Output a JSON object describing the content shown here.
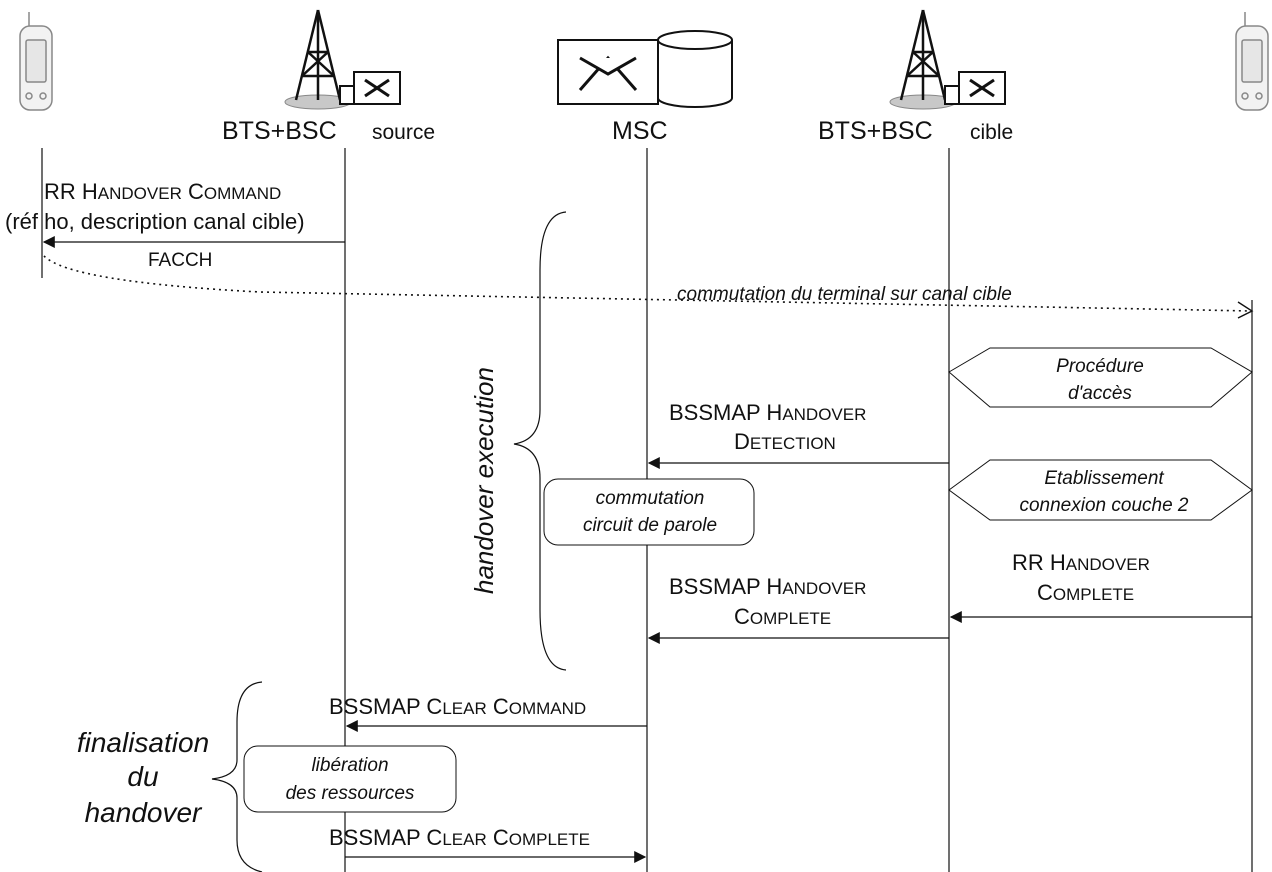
{
  "entities": {
    "bts_source": {
      "label": "BTS+BSC",
      "qualifier": "source"
    },
    "msc": {
      "label": "MSC"
    },
    "bts_target": {
      "label": "BTS+BSC",
      "qualifier": "cible"
    }
  },
  "messages": {
    "rr_ho_cmd": {
      "p1": "RR H",
      "p2": "ANDOVER",
      "p3": " C",
      "p4": "OMMAND",
      "line2": "(réf ho, description canal cible)",
      "channel": "FACCH"
    },
    "switch_terminal": "commutation du terminal sur canal cible",
    "access_proc": {
      "line1": "Procédure",
      "line2": "d'accès"
    },
    "bssmap_ho_detect": {
      "p1": "BSSMAP  H",
      "p2": "ANDOVER",
      "p3": "D",
      "p4": "ETECTION"
    },
    "link_setup": {
      "line1": "Etablissement",
      "line2": "connexion couche 2"
    },
    "speech_switch": {
      "line1": "commutation",
      "line2": "circuit de parole"
    },
    "rr_ho_complete": {
      "p1": "RR H",
      "p2": "ANDOVER",
      "p3": "C",
      "p4": "OMPLETE"
    },
    "bssmap_ho_complete": {
      "p1": "BSSMAP  H",
      "p2": "ANDOVER",
      "p3": "C",
      "p4": "OMPLETE"
    },
    "clear_cmd": {
      "p1": "BSSMAP C",
      "p2": "LEAR",
      "p3": " C",
      "p4": "OMMAND"
    },
    "release": {
      "line1": "libération",
      "line2": "des ressources"
    },
    "clear_complete": {
      "p1": "BSSMAP C",
      "p2": "LEAR",
      "p3": " C",
      "p4": "OMPLETE"
    }
  },
  "phases": {
    "execution": "handover execution",
    "final_1": "finalisation",
    "final_2": "du",
    "final_3": "handover"
  }
}
